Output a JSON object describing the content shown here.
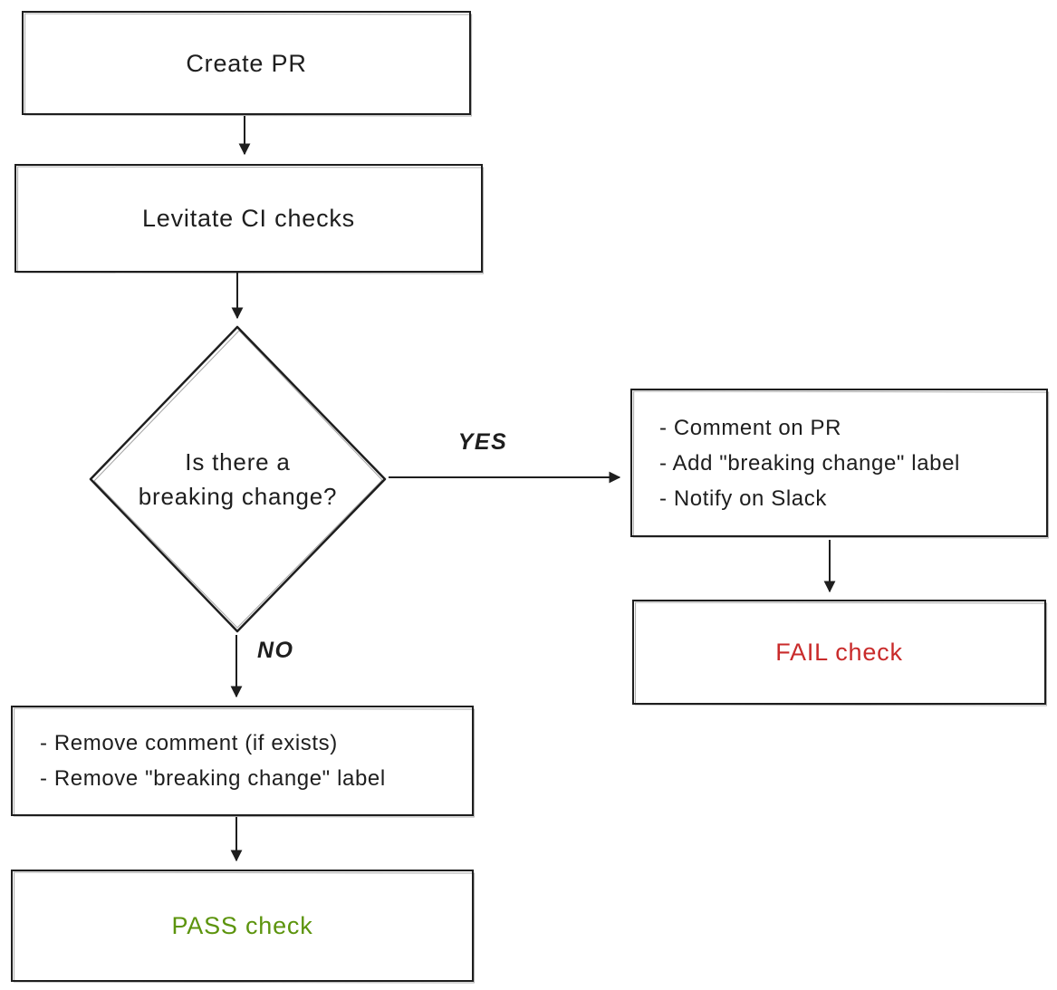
{
  "diagram": {
    "type": "flowchart",
    "title_hint": "Levitate CI breaking-change check flow",
    "nodes": {
      "create_pr": {
        "label": "Create PR"
      },
      "levitate_ci": {
        "label": "Levitate CI checks"
      },
      "decision": {
        "label": "Is there a\nbreaking change?"
      },
      "yes_actions": {
        "items": [
          "- Comment on PR",
          "- Add \"breaking change\" label",
          "- Notify on Slack"
        ]
      },
      "fail": {
        "label": "FAIL check",
        "color": "#c92a2a"
      },
      "no_actions": {
        "items": [
          "- Remove comment (if exists)",
          "- Remove \"breaking change\" label"
        ]
      },
      "pass": {
        "label": "PASS check",
        "color": "#5c940d"
      }
    },
    "edges": {
      "yes_label": "YES",
      "no_label": "NO"
    },
    "colors": {
      "stroke": "#1e1e1e",
      "fail_text": "#c92a2a",
      "pass_text": "#5c940d",
      "background": "#ffffff"
    }
  }
}
